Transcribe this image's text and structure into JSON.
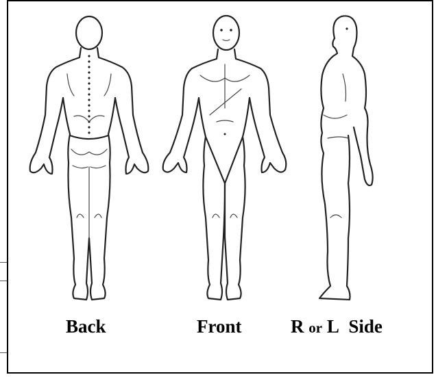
{
  "labels": {
    "back": "Back",
    "front": "Front",
    "side_r": "R",
    "side_or": "or",
    "side_l": "L",
    "side_word": "Side"
  },
  "icons": [
    "back-body-figure-icon",
    "front-body-figure-icon",
    "side-body-figure-icon"
  ],
  "colors": {
    "ink": "#222222",
    "background": "#ffffff"
  }
}
